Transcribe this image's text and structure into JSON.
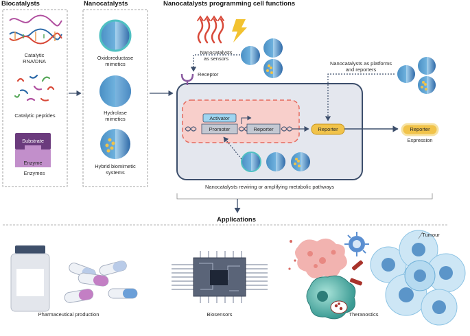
{
  "headers": {
    "biocatalysts": "Biocatalysts",
    "nanocatalysts": "Nanocatalysts",
    "programming": "Nanocatalysts programming cell functions",
    "applications": "Applications"
  },
  "biocatalysts": {
    "rna_dna": "Catalytic\nRNA/DNA",
    "peptides": "Catalytic peptides",
    "substrate": "Substrate",
    "enzyme": "Enzyme",
    "enzymes": "Enzymes"
  },
  "nanocatalysts": {
    "oxidoreductase": "Oxidoreductase\nmimetics",
    "hydrolase": "Hydrolase\nmimetics",
    "hybrid": "Hybrid biomimetic\nsystems"
  },
  "cell": {
    "sensors": "Nanocatalysts\nas sensors",
    "receptor": "Receptor",
    "platforms": "Nanocatalysts as platforms\nand reporters",
    "activator": "Activator",
    "promoter": "Promoter",
    "reporter_gene": "Reporter",
    "reporter_protein": "Reporter",
    "reporter_expressed": "Reporter",
    "expression": "Expression",
    "rewiring": "Nanocatalysts rewiring or amplifying metabolic pathways"
  },
  "applications": {
    "pharma": "Pharmaceutical production",
    "biosensors": "Biosensors",
    "theranostics": "Theranostics",
    "tumour": "Tumour"
  },
  "colors": {
    "arrow": "#3c4e6b",
    "cell_fill": "#e4e7ee",
    "nucleus_fill": "#f8cfcb",
    "reporter_fill": "#f1c34a",
    "activator_fill": "#9fd5f0",
    "enzyme_purple": "#9b6aa9"
  }
}
